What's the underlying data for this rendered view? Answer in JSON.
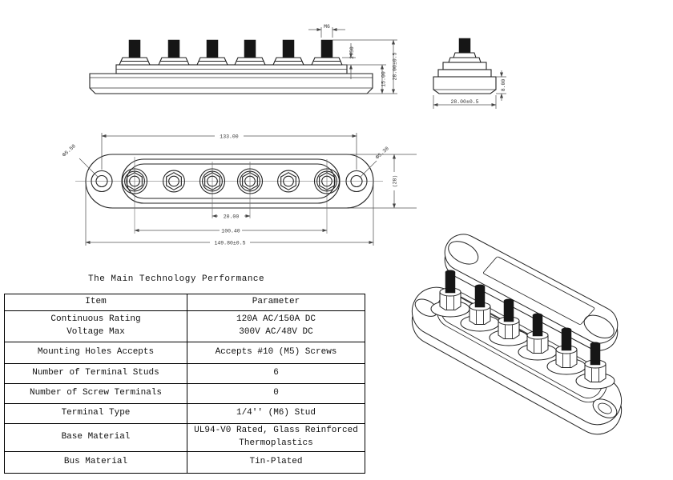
{
  "drawing": {
    "front_view": {
      "thread": "M6",
      "washer_height": "2.50",
      "base_height": "15.00",
      "total_height": "28.00±0.5"
    },
    "side_view": {
      "base_height": "8.00",
      "width": "28.00±0.5"
    },
    "top_view": {
      "hole_pitch": "133.00",
      "stud_pitch": "20.00",
      "stud_span": "100.40",
      "overall_length": "149.80±0.5",
      "height_ref": "(28)",
      "hole_dia_left": "Φ5.50",
      "hole_dia_right": "Φ5.30"
    }
  },
  "table": {
    "title": "The Main Technology Performance",
    "col_item": "Item",
    "col_param": "Parameter",
    "rows": [
      {
        "item": "Continuous Rating\nVoltage Max",
        "param": "120A AC/150A DC\n300V AC/48V DC"
      },
      {
        "item": "Mounting Holes Accepts",
        "param": "Accepts #10 (M5) Screws"
      },
      {
        "item": "Number of Terminal Studs",
        "param": "6"
      },
      {
        "item": "Number of Screw Terminals",
        "param": "0"
      },
      {
        "item": "Terminal Type",
        "param": "1/4'' (M6) Stud"
      },
      {
        "item": "Base Material",
        "param": "UL94-V0 Rated, Glass Reinforced\nThermoplastics"
      },
      {
        "item": "Bus Material",
        "param": "Tin-Plated"
      }
    ]
  }
}
